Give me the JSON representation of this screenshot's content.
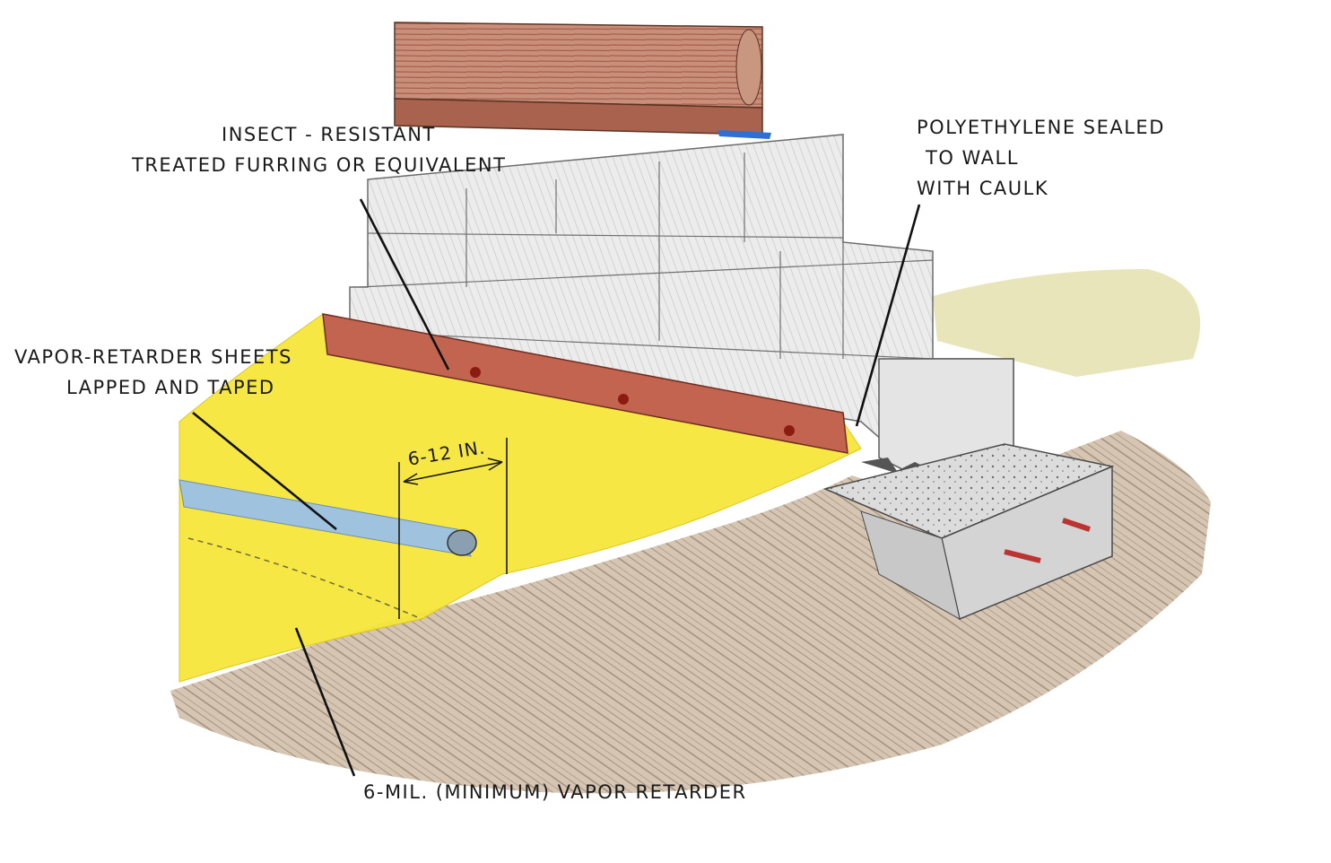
{
  "labels": {
    "furring": [
      "INSECT -  RESISTANT",
      "TREATED FURRING OR EQUIVALENT"
    ],
    "polyethylene": [
      "POLYETHYLENE SEALED",
      "TO WALL",
      "WITH CAULK"
    ],
    "sheets": [
      "VAPOR-RETARDER SHEETS",
      "LAPPED AND TAPED"
    ],
    "overlap": "6-12 IN.",
    "retarder": "6-MIL. (MINIMUM)  VAPOR RETARDER"
  },
  "colors": {
    "vapor_retarder": "#f6e63a",
    "furring": "#c2644f",
    "wood_plate": "#a8624e",
    "block": "#ececec",
    "soil": "#a58e74",
    "tape": "#9fc3df",
    "caulk": "#2f6fd1"
  }
}
